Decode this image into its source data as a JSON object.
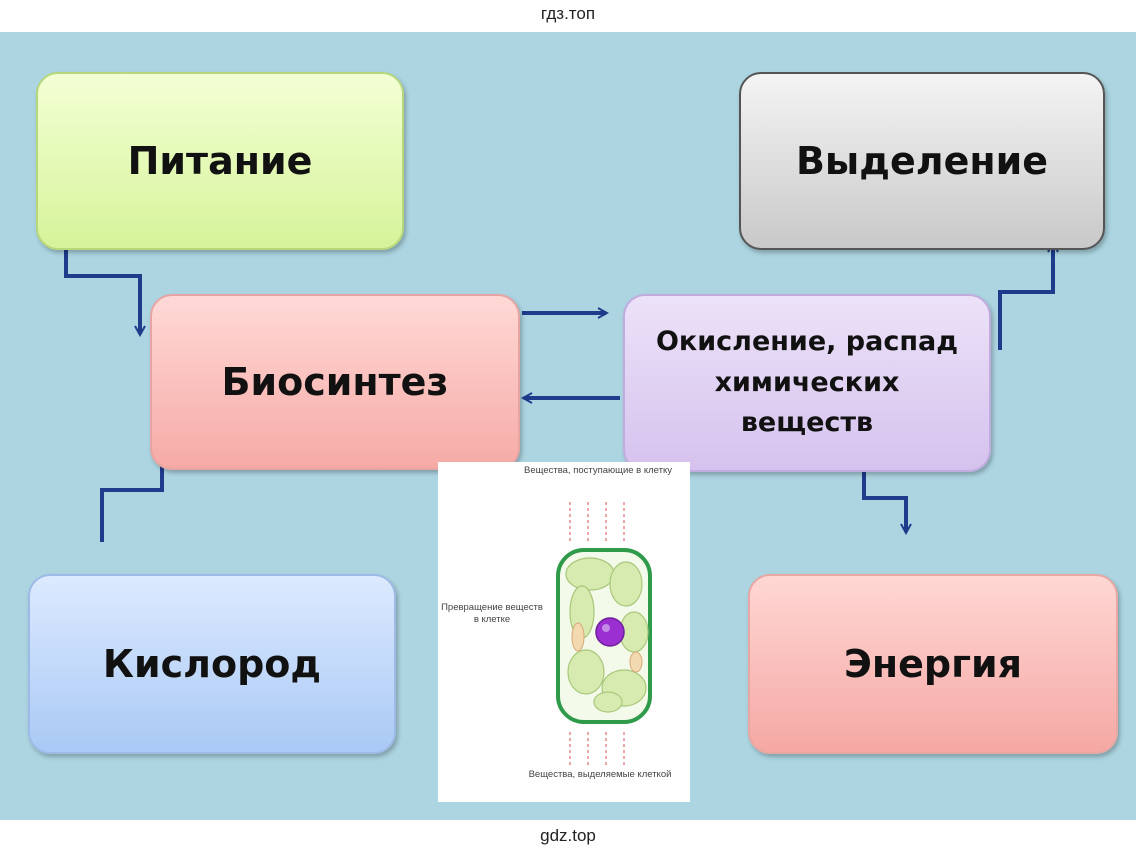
{
  "watermark": {
    "top": "гдз.топ",
    "bottom": "gdz.top"
  },
  "boxes": {
    "nutrition": "Питание",
    "excretion": "Выделение",
    "biosynthesis": "Биосинтез",
    "oxidation": [
      "Окисление, распад",
      "химических",
      "веществ"
    ],
    "oxygen": "Кислород",
    "energy": "Энергия"
  },
  "cell_picture": {
    "substances_in": "Вещества, поступающие в клетку",
    "transformation": "Превращение веществ в клетке",
    "substances_out": "Вещества, выделяемые клеткой"
  },
  "colors": {
    "background": "#acd5e1",
    "arrow": "#1f3b8c",
    "cell_membrane": "#2e9a4a",
    "nucleus": "#9b2fd1"
  }
}
